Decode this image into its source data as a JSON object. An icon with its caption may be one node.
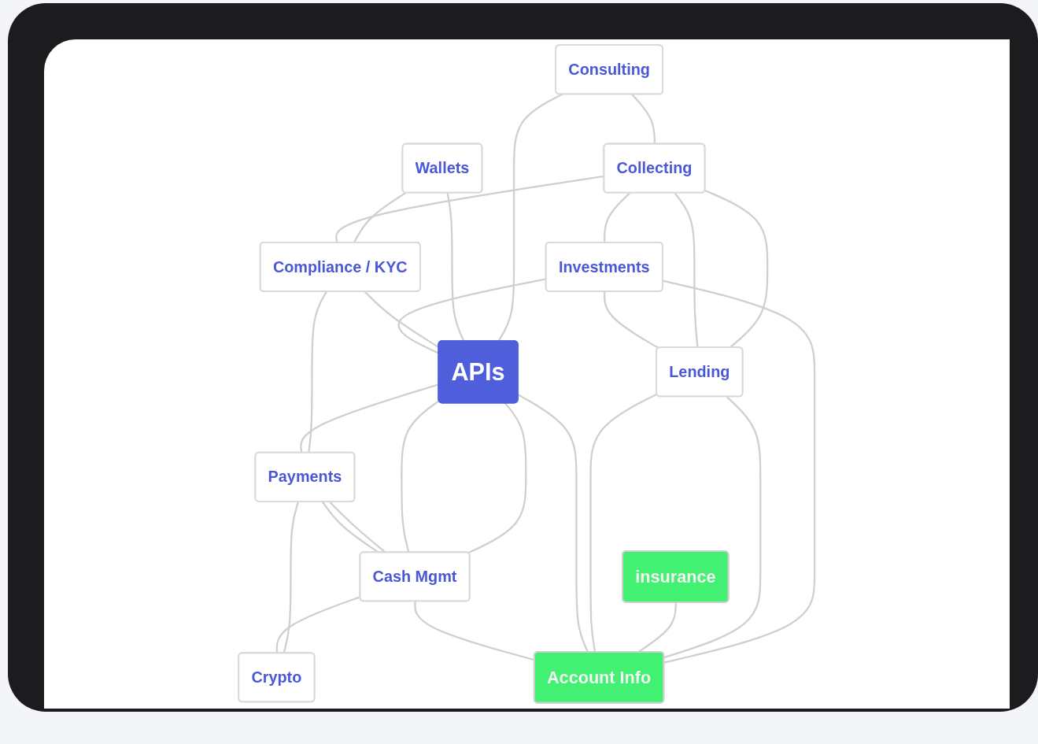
{
  "diagram": {
    "nodes": [
      {
        "text": [
          "Consulting"
        ]
      },
      {
        "text": [
          "Wallets"
        ]
      },
      {
        "text": [
          "Collecting"
        ]
      },
      {
        "text": [
          "Compliance / KYC"
        ]
      },
      {
        "text": [
          "Investments"
        ]
      },
      {
        "text": [
          "APIs"
        ]
      },
      {
        "text": [
          "Payments"
        ]
      },
      {
        "text": [
          "Lending"
        ]
      },
      {
        "text": [
          "insurance"
        ]
      },
      {
        "text": [
          "Cash Mgmt"
        ]
      },
      {
        "text": [
          "Account Info"
        ]
      },
      {
        "text": [
          "Crypto"
        ]
      }
    ],
    "edges": [
      {
        "from": 0,
        "to": 2,
        "arrow": "none"
      },
      {
        "from": 0,
        "to": 5,
        "arrow": "none"
      },
      {
        "from": 1,
        "to": 5,
        "arrow": "none"
      },
      {
        "from": 1,
        "to": 3,
        "arrow": "none"
      },
      {
        "from": 2,
        "to": 3,
        "arrow": "none"
      },
      {
        "from": 2,
        "to": 7,
        "arrow": "none"
      },
      {
        "from": 3,
        "to": 5,
        "arrow": "none"
      },
      {
        "from": 3,
        "to": 6,
        "arrow": "none"
      },
      {
        "from": 2,
        "to": 4,
        "arrow": "none"
      },
      {
        "from": 2,
        "to": 7,
        "arrow": "none"
      },
      {
        "from": 4,
        "to": 5,
        "arrow": "none"
      },
      {
        "from": 5,
        "to": 6,
        "arrow": "none"
      },
      {
        "from": 4,
        "to": 7,
        "arrow": "none"
      },
      {
        "from": 4,
        "to": 10,
        "arrow": "none"
      },
      {
        "from": 7,
        "to": 10,
        "arrow": "none"
      },
      {
        "from": 8,
        "to": 10,
        "arrow": "none"
      },
      {
        "from": 7,
        "to": 10,
        "arrow": "none"
      },
      {
        "from": 5,
        "to": 10,
        "arrow": "none"
      },
      {
        "from": 5,
        "to": 9,
        "arrow": "none"
      },
      {
        "from": 5,
        "to": 9,
        "arrow": "none"
      },
      {
        "from": 6,
        "to": 9,
        "arrow": "none"
      },
      {
        "from": 6,
        "to": 9,
        "arrow": "none"
      },
      {
        "from": 6,
        "to": 11,
        "arrow": "none"
      },
      {
        "from": 9,
        "to": 11,
        "arrow": "none"
      },
      {
        "from": 9,
        "to": 10,
        "arrow": "none"
      }
    ]
  }
}
